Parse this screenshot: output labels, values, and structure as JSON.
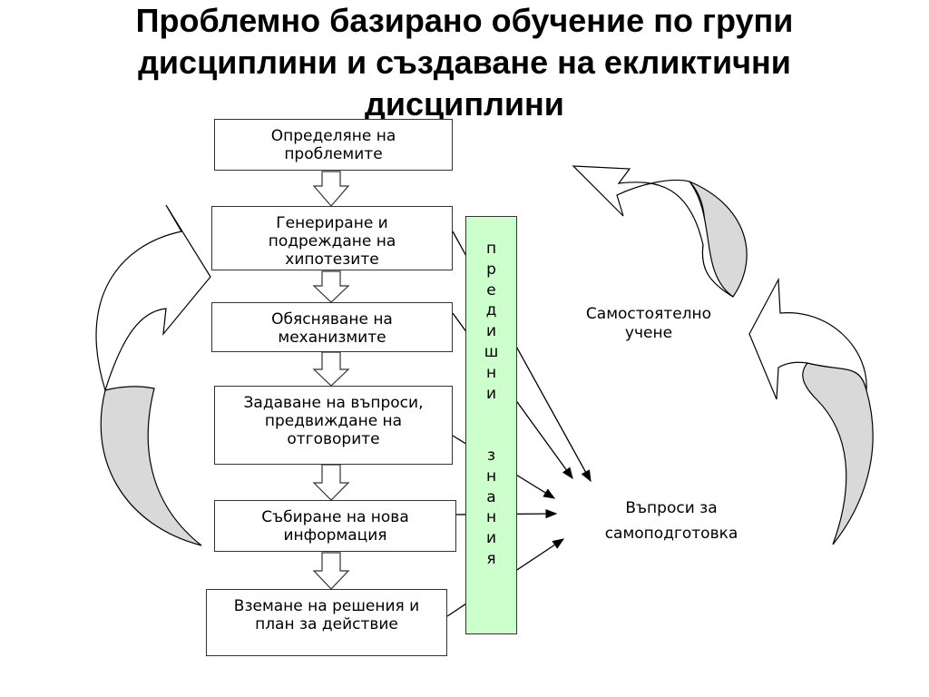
{
  "title": {
    "lines": [
      "Проблемно базирано обучение по групи",
      "дисциплини и създаване на екликтични",
      "дисциплини"
    ]
  },
  "steps": [
    {
      "lines": [
        "Определяне на",
        "проблемите"
      ]
    },
    {
      "lines": [
        "Генериране и",
        "подреждане на",
        "хипотезите"
      ]
    },
    {
      "lines": [
        "Обясняване на",
        "механизмите"
      ]
    },
    {
      "lines": [
        "Задаване на въпроси,",
        "предвиждане на",
        "отговорите"
      ]
    },
    {
      "lines": [
        "Събиране на нова",
        "информация"
      ]
    },
    {
      "lines": [
        "Вземане на решения и",
        "план за действие"
      ]
    }
  ],
  "prior_knowledge": {
    "word1": [
      "п",
      "р",
      "е",
      "д",
      "и",
      "ш",
      "н",
      "и"
    ],
    "word2": [
      "з",
      "н",
      "а",
      "н",
      "и",
      "я"
    ]
  },
  "self_study": {
    "lines": [
      "Самостоятелно",
      "учене"
    ]
  },
  "questions": {
    "lines": [
      "Въпроси за",
      "самоподготовка"
    ]
  },
  "colors": {
    "prior_fill": "#ccffcc",
    "loop_arrow_fill": "#d9d9d9",
    "line": "#000000"
  }
}
